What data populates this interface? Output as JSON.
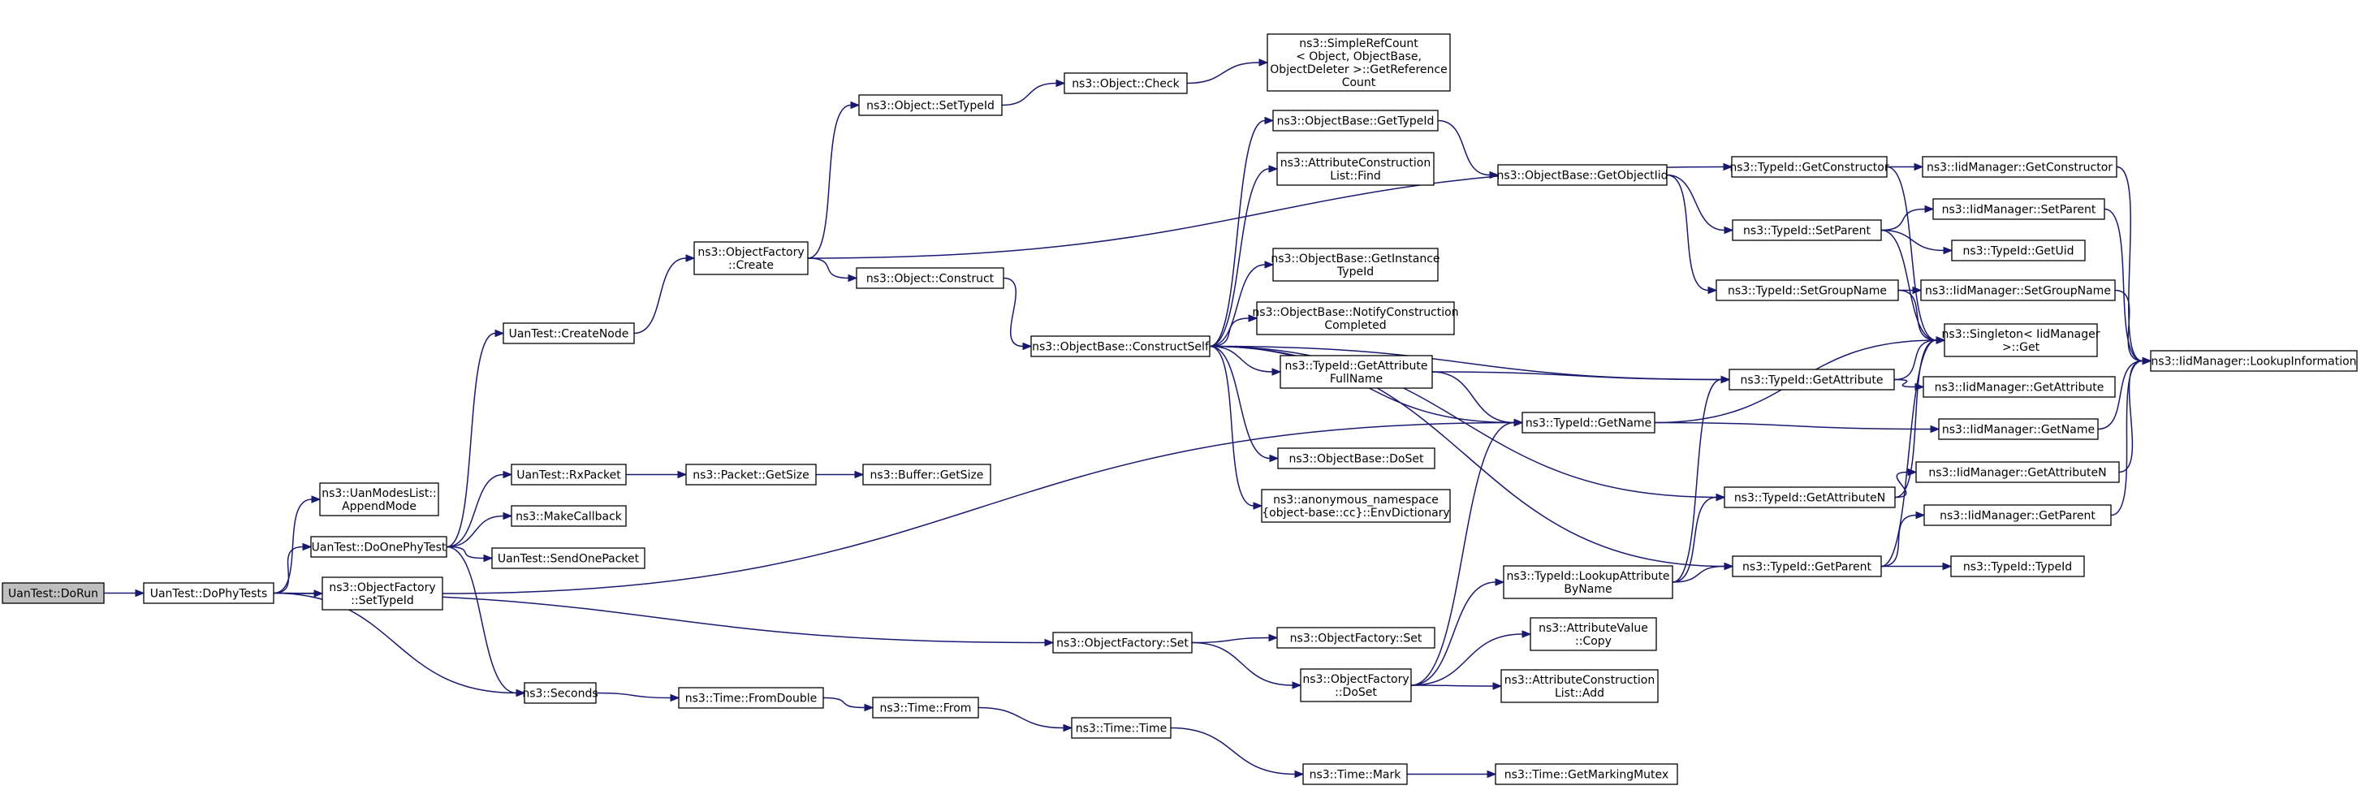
{
  "graph": {
    "edge_color": "#191970",
    "root_fill": "#bfbfbf",
    "nodes": [
      {
        "id": "dorun",
        "lines": [
          "UanTest::DoRun"
        ],
        "root": true
      },
      {
        "id": "dophytests",
        "lines": [
          "UanTest::DoPhyTests"
        ]
      },
      {
        "id": "appendmode",
        "lines": [
          "ns3::UanModesList::",
          "AppendMode"
        ]
      },
      {
        "id": "doonephytest",
        "lines": [
          "UanTest::DoOnePhyTest"
        ]
      },
      {
        "id": "of_settypeid",
        "lines": [
          "ns3::ObjectFactory",
          "::SetTypeId"
        ]
      },
      {
        "id": "of_set",
        "lines": [
          "ns3::ObjectFactory::Set"
        ]
      },
      {
        "id": "seconds",
        "lines": [
          "ns3::Seconds"
        ]
      },
      {
        "id": "createnode",
        "lines": [
          "UanTest::CreateNode"
        ]
      },
      {
        "id": "rxpacket",
        "lines": [
          "UanTest::RxPacket"
        ]
      },
      {
        "id": "makecallback",
        "lines": [
          "ns3::MakeCallback"
        ]
      },
      {
        "id": "sendonepacket",
        "lines": [
          "UanTest::SendOnePacket"
        ]
      },
      {
        "id": "of_create",
        "lines": [
          "ns3::ObjectFactory",
          "::Create"
        ]
      },
      {
        "id": "pkt_getsize",
        "lines": [
          "ns3::Packet::GetSize"
        ]
      },
      {
        "id": "buf_getsize",
        "lines": [
          "ns3::Buffer::GetSize"
        ]
      },
      {
        "id": "time_fromdouble",
        "lines": [
          "ns3::Time::FromDouble"
        ]
      },
      {
        "id": "time_from",
        "lines": [
          "ns3::Time::From"
        ]
      },
      {
        "id": "time_time",
        "lines": [
          "ns3::Time::Time"
        ]
      },
      {
        "id": "time_mark",
        "lines": [
          "ns3::Time::Mark"
        ]
      },
      {
        "id": "time_getmarkingmutex",
        "lines": [
          "ns3::Time::GetMarkingMutex"
        ]
      },
      {
        "id": "obj_settypeid",
        "lines": [
          "ns3::Object::SetTypeId"
        ]
      },
      {
        "id": "obj_check",
        "lines": [
          "ns3::Object::Check"
        ]
      },
      {
        "id": "simplerefcount",
        "lines": [
          "ns3::SimpleRefCount",
          "< Object, ObjectBase,",
          " ObjectDeleter >::GetReference",
          "Count"
        ]
      },
      {
        "id": "obj_construct",
        "lines": [
          "ns3::Object::Construct"
        ]
      },
      {
        "id": "ob_constructself",
        "lines": [
          "ns3::ObjectBase::ConstructSelf"
        ]
      },
      {
        "id": "ob_gettypeid",
        "lines": [
          "ns3::ObjectBase::GetTypeId"
        ]
      },
      {
        "id": "acl_find",
        "lines": [
          "ns3::AttributeConstruction",
          "List::Find"
        ]
      },
      {
        "id": "ob_getinstancetypeid",
        "lines": [
          "ns3::ObjectBase::GetInstance",
          "TypeId"
        ]
      },
      {
        "id": "ob_notifyconstruction",
        "lines": [
          "ns3::ObjectBase::NotifyConstruction",
          "Completed"
        ]
      },
      {
        "id": "tid_getattributefullname",
        "lines": [
          "ns3::TypeId::GetAttribute",
          "FullName"
        ]
      },
      {
        "id": "ob_doset",
        "lines": [
          "ns3::ObjectBase::DoSet"
        ]
      },
      {
        "id": "envdictionary",
        "lines": [
          "ns3::anonymous_namespace",
          "{object-base::cc}::EnvDictionary"
        ]
      },
      {
        "id": "of_set2",
        "lines": [
          "ns3::ObjectFactory::Set"
        ]
      },
      {
        "id": "of_doset",
        "lines": [
          "ns3::ObjectFactory",
          "::DoSet"
        ]
      },
      {
        "id": "ob_getobjectiid",
        "lines": [
          "ns3::ObjectBase::GetObjectIid"
        ]
      },
      {
        "id": "tid_getname",
        "lines": [
          "ns3::TypeId::GetName"
        ]
      },
      {
        "id": "tid_lookupattributebyname",
        "lines": [
          "ns3::TypeId::LookupAttribute",
          "ByName"
        ]
      },
      {
        "id": "av_copy",
        "lines": [
          "ns3::AttributeValue",
          "::Copy"
        ]
      },
      {
        "id": "acl_add",
        "lines": [
          "ns3::AttributeConstruction",
          "List::Add"
        ]
      },
      {
        "id": "tid_getconstructor",
        "lines": [
          "ns3::TypeId::GetConstructor"
        ]
      },
      {
        "id": "tid_setparent",
        "lines": [
          "ns3::TypeId::SetParent"
        ]
      },
      {
        "id": "tid_setgroupname",
        "lines": [
          "ns3::TypeId::SetGroupName"
        ]
      },
      {
        "id": "tid_getattribute",
        "lines": [
          "ns3::TypeId::GetAttribute"
        ]
      },
      {
        "id": "tid_getattributen",
        "lines": [
          "ns3::TypeId::GetAttributeN"
        ]
      },
      {
        "id": "tid_getparent",
        "lines": [
          "ns3::TypeId::GetParent"
        ]
      },
      {
        "id": "iid_getconstructor",
        "lines": [
          "ns3::IidManager::GetConstructor"
        ]
      },
      {
        "id": "iid_setparent",
        "lines": [
          "ns3::IidManager::SetParent"
        ]
      },
      {
        "id": "tid_getuid",
        "lines": [
          "ns3::TypeId::GetUid"
        ]
      },
      {
        "id": "iid_setgroupname",
        "lines": [
          "ns3::IidManager::SetGroupName"
        ]
      },
      {
        "id": "singleton_get",
        "lines": [
          "ns3::Singleton< IidManager",
          " >::Get"
        ]
      },
      {
        "id": "iid_getattribute",
        "lines": [
          "ns3::IidManager::GetAttribute"
        ]
      },
      {
        "id": "iid_getname",
        "lines": [
          "ns3::IidManager::GetName"
        ]
      },
      {
        "id": "iid_getattributen",
        "lines": [
          "ns3::IidManager::GetAttributeN"
        ]
      },
      {
        "id": "iid_getparent",
        "lines": [
          "ns3::IidManager::GetParent"
        ]
      },
      {
        "id": "tid_typeid",
        "lines": [
          "ns3::TypeId::TypeId"
        ]
      },
      {
        "id": "iid_lookupinformation",
        "lines": [
          "ns3::IidManager::LookupInformation"
        ]
      }
    ]
  }
}
